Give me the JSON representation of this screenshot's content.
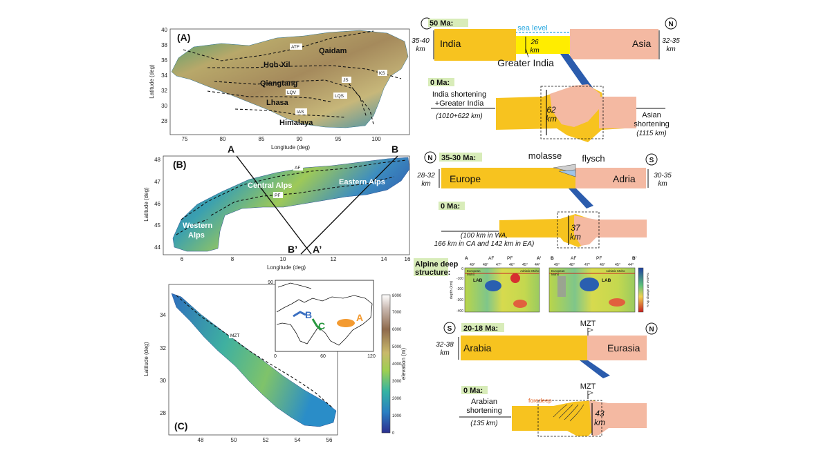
{
  "colors": {
    "india": "#f7c31f",
    "asia": "#f4b9a2",
    "greater_india": "#ffed00",
    "slab": "#2b5cad",
    "sea_level": "#29a8e0",
    "label_bg": "#d8ecb9",
    "foredeep": "#e05a1a"
  },
  "panel_a": {
    "letter": "(A)",
    "ylabel": "Latitude (deg)",
    "xlabel": "Longitude (deg)",
    "xticks": [
      "75",
      "80",
      "85",
      "90",
      "95",
      "100"
    ],
    "yticks": [
      "40",
      "38",
      "36",
      "34",
      "32",
      "30",
      "28"
    ],
    "places": [
      "Qaidam",
      "Hoh-Xil",
      "Qiangtang",
      "Lhasa",
      "Himalaya"
    ],
    "faults": [
      "ATF",
      "KS",
      "JS",
      "LQV",
      "LQS",
      "IAS"
    ]
  },
  "panel_b": {
    "letter": "(B)",
    "ylabel": "Latitude (deg)",
    "xlabel": "Longitude (deg)",
    "xticks": [
      "6",
      "8",
      "10",
      "12",
      "14",
      "16"
    ],
    "yticks": [
      "48",
      "47",
      "46",
      "45",
      "44"
    ],
    "places": [
      "Central Alps",
      "Eastern Alps",
      "Western",
      "Alps"
    ],
    "faults": [
      "AF",
      "PF"
    ],
    "profile_labels": [
      "A",
      "B",
      "B’",
      "A’"
    ]
  },
  "panel_c": {
    "letter": "(C)",
    "ylabel": "Latitude (deg)",
    "xticks": [
      "48",
      "50",
      "52",
      "54",
      "56"
    ],
    "yticks": [
      "34",
      "32",
      "30",
      "28"
    ],
    "fault": "MZT",
    "inset": {
      "xticks": [
        "0",
        "60",
        "120"
      ],
      "ytick": "90",
      "labels": [
        "B",
        "C",
        "A"
      ]
    },
    "colorbar": {
      "label": "elevation (m)",
      "ticks": [
        "0",
        "1000",
        "2000",
        "3000",
        "4000",
        "5000",
        "6000",
        "7000",
        "8000"
      ]
    }
  },
  "section_himalaya": {
    "stage1_label": "50 Ma:",
    "north_marker": "N",
    "sea_level": "sea level",
    "india_label": "India",
    "india_thickness": [
      "35-40",
      "km"
    ],
    "gi_thickness": [
      "26",
      "km"
    ],
    "asia_label": "Asia",
    "asia_thickness": [
      "32-35",
      "km"
    ],
    "greater_india_label": "Greater India",
    "stage2_label": "0 Ma:",
    "india_shortening": [
      "India shortening",
      "+Greater India",
      "(1010+622 km)"
    ],
    "final_thickness": [
      "62",
      "km"
    ],
    "asia_shortening": [
      "Asian",
      "shortening",
      "(1115 km)"
    ]
  },
  "section_alps": {
    "stage1_label": "35-30 Ma:",
    "left_marker": "N",
    "right_marker": "S",
    "molasse": "molasse",
    "flysch": "flysch",
    "europe_label": "Europe",
    "europe_thickness": [
      "28-32",
      "km"
    ],
    "adria_label": "Adria",
    "adria_thickness": [
      "30-35",
      "km"
    ],
    "stage2_label": "0 Ma:",
    "shortening": [
      "(100 km in WA,",
      "166 km in CA and 142 km in EA)"
    ],
    "final_thickness": [
      "37",
      "km"
    ]
  },
  "deep_structure": {
    "label": [
      "Alpine deep",
      "structure:"
    ],
    "left": {
      "start": "A",
      "end": "A’",
      "faults": [
        "AF",
        "PF"
      ],
      "lats": [
        "49°",
        "48°",
        "47°",
        "46°",
        "45°",
        "44°"
      ],
      "moho_left": [
        "European",
        "Moho"
      ],
      "moho_right": "Adriatic Moho",
      "lab": "LAB",
      "ylabel": "depth (km)",
      "depths": [
        "0",
        "-100",
        "-200",
        "-300",
        "-400"
      ]
    },
    "right": {
      "start": "B",
      "end": "B’",
      "faults": [
        "AF",
        "PF"
      ],
      "lats": [
        "49°",
        "48°",
        "47°",
        "46°",
        "45°",
        "44°"
      ],
      "moho_left": [
        "European",
        "Moho"
      ],
      "moho_right": "Adriatic Moho",
      "lab": "LAB"
    },
    "scale_label": "% Vp change wrt IASP91"
  },
  "section_zagros": {
    "stage1_label": "20-18 Ma:",
    "left_marker": "S",
    "right_marker": "N",
    "fault": "MZT",
    "arabia_label": "Arabia",
    "arabia_thickness": [
      "32-38",
      "km"
    ],
    "eurasia_label": "Eurasia",
    "stage2_label": "0 Ma:",
    "shortening": [
      "Arabian",
      "shortening",
      "(135 km)"
    ],
    "foredeep": "foredeep",
    "final_thickness": [
      "43",
      "km"
    ]
  }
}
